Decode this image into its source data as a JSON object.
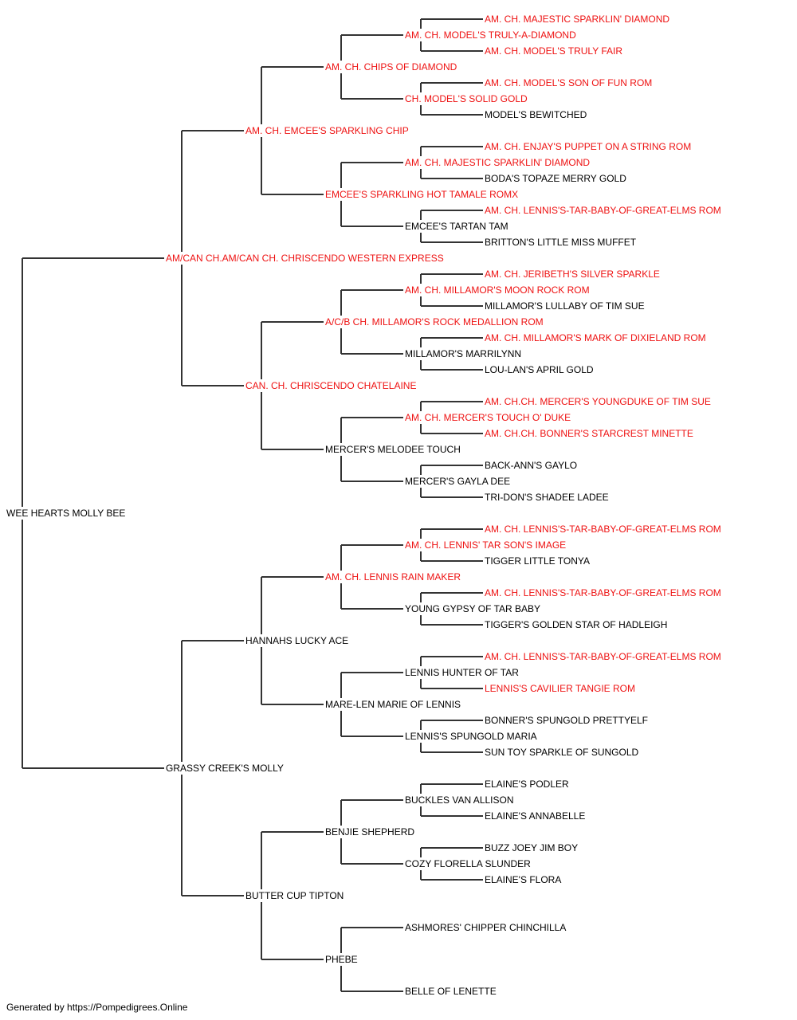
{
  "colors": {
    "champion": "#ee1111",
    "normal": "#000000",
    "connector": "#333333"
  },
  "footer": {
    "text": "Generated by https://Pompedigrees.Online"
  },
  "pedigree": {
    "name": "WEE HEARTS MOLLY BEE",
    "champion": false,
    "sire": {
      "name": "AM/CAN CH.AM/CAN CH. CHRISCENDO WESTERN EXPRESS",
      "champion": true,
      "sire": {
        "name": "AM. CH. EMCEE'S SPARKLING CHIP",
        "champion": true,
        "sire": {
          "name": "AM. CH. CHIPS OF DIAMOND",
          "champion": true,
          "sire": {
            "name": "AM. CH. MODEL'S TRULY-A-DIAMOND",
            "champion": true,
            "sire": {
              "name": "AM. CH. MAJESTIC SPARKLIN' DIAMOND",
              "champion": true
            },
            "dam": {
              "name": "AM. CH. MODEL'S TRULY FAIR",
              "champion": true
            }
          },
          "dam": {
            "name": "CH. MODEL'S SOLID GOLD",
            "champion": true,
            "sire": {
              "name": "AM. CH. MODEL'S SON OF FUN ROM",
              "champion": true
            },
            "dam": {
              "name": "MODEL'S BEWITCHED",
              "champion": false
            }
          }
        },
        "dam": {
          "name": "EMCEE'S SPARKLING HOT TAMALE ROMX",
          "champion": true,
          "sire": {
            "name": "AM. CH. MAJESTIC SPARKLIN' DIAMOND",
            "champion": true,
            "sire": {
              "name": "AM. CH. ENJAY'S PUPPET ON A STRING ROM",
              "champion": true
            },
            "dam": {
              "name": "BODA'S TOPAZE MERRY GOLD",
              "champion": false
            }
          },
          "dam": {
            "name": "EMCEE'S TARTAN TAM",
            "champion": false,
            "sire": {
              "name": "AM. CH. LENNIS'S-TAR-BABY-OF-GREAT-ELMS ROM",
              "champion": true
            },
            "dam": {
              "name": "BRITTON'S LITTLE MISS MUFFET",
              "champion": false
            }
          }
        }
      },
      "dam": {
        "name": "CAN. CH. CHRISCENDO CHATELAINE",
        "champion": true,
        "sire": {
          "name": "A/C/B CH. MILLAMOR'S ROCK MEDALLION ROM",
          "champion": true,
          "sire": {
            "name": "AM. CH. MILLAMOR'S MOON ROCK ROM",
            "champion": true,
            "sire": {
              "name": "AM. CH. JERIBETH'S SILVER SPARKLE",
              "champion": true
            },
            "dam": {
              "name": "MILLAMOR'S LULLABY OF TIM SUE",
              "champion": false
            }
          },
          "dam": {
            "name": "MILLAMOR'S MARRILYNN",
            "champion": false,
            "sire": {
              "name": "AM. CH. MILLAMOR'S MARK OF DIXIELAND ROM",
              "champion": true
            },
            "dam": {
              "name": "LOU-LAN'S APRIL GOLD",
              "champion": false
            }
          }
        },
        "dam": {
          "name": "MERCER'S MELODEE TOUCH",
          "champion": false,
          "sire": {
            "name": "AM. CH. MERCER'S TOUCH O' DUKE",
            "champion": true,
            "sire": {
              "name": "AM. CH.CH. MERCER'S YOUNGDUKE OF TIM SUE",
              "champion": true
            },
            "dam": {
              "name": "AM. CH.CH. BONNER'S STARCREST MINETTE",
              "champion": true
            }
          },
          "dam": {
            "name": "MERCER'S GAYLA DEE",
            "champion": false,
            "sire": {
              "name": "BACK-ANN'S GAYLO",
              "champion": false
            },
            "dam": {
              "name": "TRI-DON'S SHADEE LADEE",
              "champion": false
            }
          }
        }
      }
    },
    "dam": {
      "name": "GRASSY CREEK'S MOLLY",
      "champion": false,
      "sire": {
        "name": "HANNAHS LUCKY ACE",
        "champion": false,
        "sire": {
          "name": "AM. CH. LENNIS RAIN MAKER",
          "champion": true,
          "sire": {
            "name": "AM. CH. LENNIS' TAR SON'S IMAGE",
            "champion": true,
            "sire": {
              "name": "AM. CH. LENNIS'S-TAR-BABY-OF-GREAT-ELMS ROM",
              "champion": true
            },
            "dam": {
              "name": "TIGGER LITTLE TONYA",
              "champion": false
            }
          },
          "dam": {
            "name": "YOUNG GYPSY OF TAR BABY",
            "champion": false,
            "sire": {
              "name": "AM. CH. LENNIS'S-TAR-BABY-OF-GREAT-ELMS ROM",
              "champion": true
            },
            "dam": {
              "name": "TIGGER'S GOLDEN STAR OF HADLEIGH",
              "champion": false
            }
          }
        },
        "dam": {
          "name": "MARE-LEN MARIE OF LENNIS",
          "champion": false,
          "sire": {
            "name": "LENNIS HUNTER OF TAR",
            "champion": false,
            "sire": {
              "name": "AM. CH. LENNIS'S-TAR-BABY-OF-GREAT-ELMS ROM",
              "champion": true
            },
            "dam": {
              "name": "LENNIS'S CAVILIER TANGIE ROM",
              "champion": true
            }
          },
          "dam": {
            "name": "LENNIS'S SPUNGOLD MARIA",
            "champion": false,
            "sire": {
              "name": "BONNER'S SPUNGOLD PRETTYELF",
              "champion": false
            },
            "dam": {
              "name": "SUN TOY SPARKLE OF SUNGOLD",
              "champion": false
            }
          }
        }
      },
      "dam": {
        "name": "BUTTER CUP TIPTON",
        "champion": false,
        "sire": {
          "name": "BENJIE SHEPHERD",
          "champion": false,
          "sire": {
            "name": "BUCKLES VAN ALLISON",
            "champion": false,
            "sire": {
              "name": "ELAINE'S PODLER",
              "champion": false
            },
            "dam": {
              "name": "ELAINE'S ANNABELLE",
              "champion": false
            }
          },
          "dam": {
            "name": "COZY FLORELLA SLUNDER",
            "champion": false,
            "sire": {
              "name": "BUZZ JOEY JIM BOY",
              "champion": false
            },
            "dam": {
              "name": "ELAINE'S FLORA",
              "champion": false
            }
          }
        },
        "dam": {
          "name": "PHEBE",
          "champion": false,
          "sire": {
            "name": "ASHMORES' CHIPPER CHINCHILLA",
            "champion": false
          },
          "dam": {
            "name": "BELLE OF LENETTE",
            "champion": false
          }
        }
      }
    }
  }
}
